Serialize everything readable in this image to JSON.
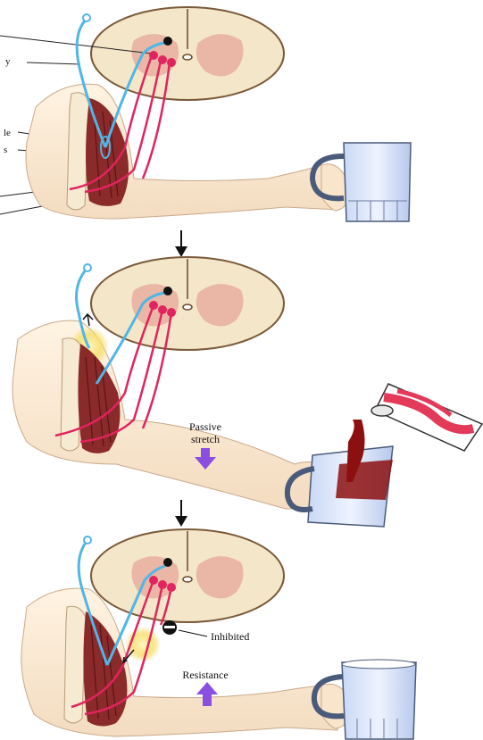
{
  "panels": [
    {
      "id": "panel-1",
      "cut_labels": [
        "y",
        "le",
        "s"
      ]
    },
    {
      "id": "panel-2",
      "annotation_line1": "Passive",
      "annotation_line2": "stretch"
    },
    {
      "id": "panel-3",
      "inhibited_label": "Inhibited",
      "resistance_label": "Resistance"
    }
  ],
  "colors": {
    "sensory_neuron": "#4fb6e6",
    "motor_neuron": "#e0245e",
    "spinal_cord": "#f4e6c8",
    "gray_matter": "#eab7a6",
    "muscle": "#8b2a2a",
    "arrow_purple": "#8a4fe0",
    "spindle_glow": "#f2d23a",
    "liquid": "#8c1010",
    "can_red": "#e33a5a"
  },
  "icons": [
    "down-arrow-icon",
    "purple-down-arrow-icon",
    "purple-up-arrow-icon",
    "inhibition-symbol-icon"
  ]
}
